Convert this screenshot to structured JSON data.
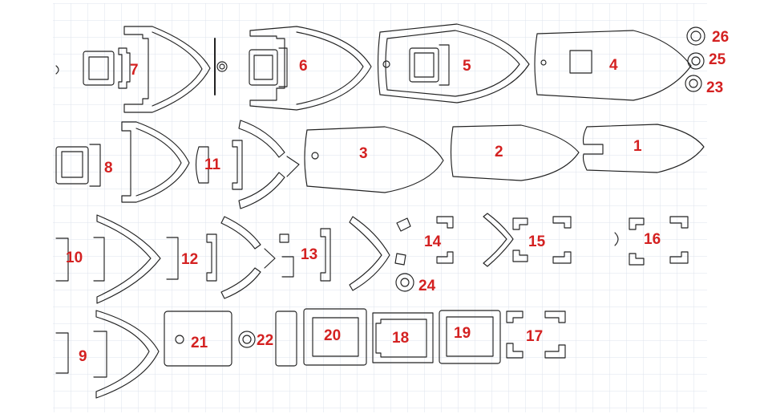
{
  "sheet": {
    "part_numbers": [
      "1",
      "2",
      "3",
      "4",
      "5",
      "6",
      "7",
      "8",
      "9",
      "10",
      "11",
      "12",
      "13",
      "14",
      "15",
      "16",
      "17",
      "18",
      "19",
      "20",
      "21",
      "22",
      "23",
      "24",
      "25",
      "26"
    ],
    "label_color": "#d42121",
    "line_color": "#222222",
    "grid_color": "#dde3ec"
  }
}
